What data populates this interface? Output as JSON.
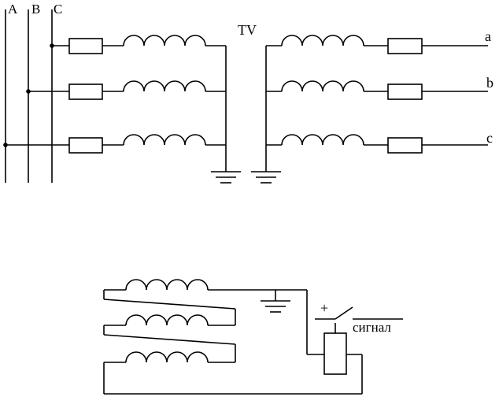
{
  "labels": {
    "phase_a": "A",
    "phase_b": "B",
    "phase_c": "C",
    "transformer": "TV",
    "out_a": "a",
    "out_b": "b",
    "out_c": "c",
    "plus": "+",
    "signal": "сигнал"
  }
}
